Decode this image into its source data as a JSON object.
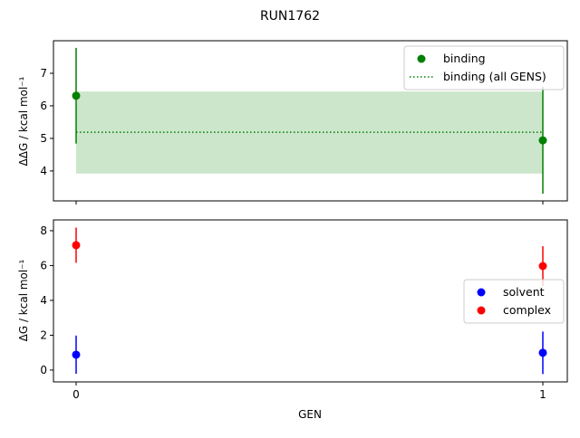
{
  "chart_data": [
    {
      "type": "scatter",
      "title": "RUN1762",
      "ylabel": "ΔΔG / kcal mol⁻¹",
      "xlabel": "",
      "x": [
        0,
        1
      ],
      "ylim": [
        3.08,
        8.0
      ],
      "yticks": [
        4,
        5,
        6,
        7
      ],
      "legend_position": "top-right",
      "series": [
        {
          "name": "binding",
          "color": "#008000",
          "y": [
            6.31,
            4.94
          ],
          "yerr": [
            1.47,
            1.64
          ]
        }
      ],
      "band": {
        "name": "binding (all GENS)",
        "color": "#008000",
        "value": 5.19,
        "lower": 3.92,
        "upper": 6.44
      }
    },
    {
      "type": "scatter",
      "xlabel": "GEN",
      "ylabel": "ΔG / kcal mol⁻¹",
      "x": [
        0,
        1
      ],
      "xticks": [
        0,
        1
      ],
      "ylim": [
        -0.68,
        8.62
      ],
      "yticks": [
        0,
        2,
        4,
        6,
        8
      ],
      "legend_position": "center-right",
      "series": [
        {
          "name": "solvent",
          "color": "#0000ff",
          "y": [
            0.88,
            0.99
          ],
          "yerr": [
            1.1,
            1.22
          ]
        },
        {
          "name": "complex",
          "color": "#ff0000",
          "y": [
            7.17,
            5.97
          ],
          "yerr": [
            1.01,
            1.14
          ]
        }
      ]
    }
  ]
}
